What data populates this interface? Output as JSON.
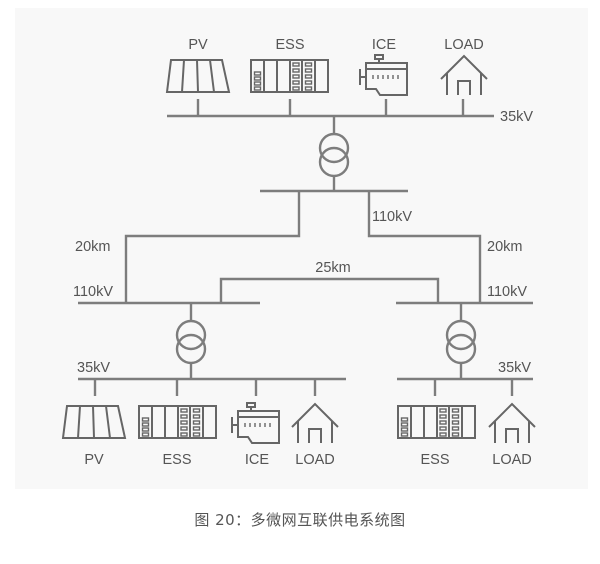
{
  "diagram": {
    "colors": {
      "background": "#f8f8f8",
      "line": "#7d7d7d",
      "icon": "#666666",
      "text": "#555555"
    },
    "top_group": {
      "bus_voltage": "35kV",
      "devices": [
        {
          "label": "PV",
          "icon": "solar-panel-icon"
        },
        {
          "label": "ESS",
          "icon": "battery-rack-icon"
        },
        {
          "label": "ICE",
          "icon": "engine-icon"
        },
        {
          "label": "LOAD",
          "icon": "house-icon"
        }
      ]
    },
    "hub_bus_voltage": "110kV",
    "links": {
      "left_distance": "20km",
      "right_distance": "20km",
      "tie_distance": "25km"
    },
    "left_microgrid": {
      "hv_voltage": "110kV",
      "lv_voltage": "35kV",
      "devices": [
        {
          "label": "PV",
          "icon": "solar-panel-icon"
        },
        {
          "label": "ESS",
          "icon": "battery-rack-icon"
        },
        {
          "label": "ICE",
          "icon": "engine-icon"
        },
        {
          "label": "LOAD",
          "icon": "house-icon"
        }
      ]
    },
    "right_microgrid": {
      "hv_voltage": "110kV",
      "lv_voltage": "35kV",
      "devices": [
        {
          "label": "ESS",
          "icon": "battery-rack-icon"
        },
        {
          "label": "LOAD",
          "icon": "house-icon"
        }
      ]
    }
  },
  "caption": "图 20：多微网互联供电系统图"
}
